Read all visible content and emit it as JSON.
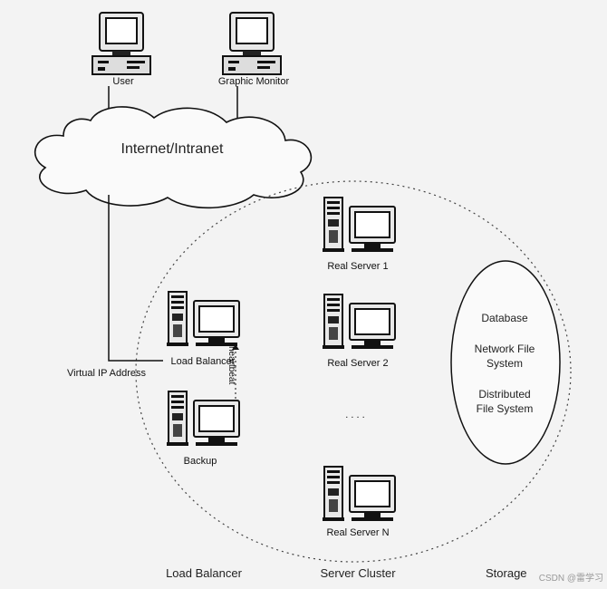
{
  "nodes": {
    "user": "User",
    "graphic_monitor": "Graphic Monitor",
    "internet": "Internet/Intranet",
    "virtual_ip": "Virtual IP Address",
    "load_balancer": "Load Balancer",
    "backup": "Backup",
    "heartbeat": "heartbeat",
    "real_server_1": "Real Server 1",
    "real_server_2": "Real Server 2",
    "ellipsis": ". . . .",
    "real_server_n": "Real Server N"
  },
  "storage": {
    "database": "Database",
    "nfs_line1": "Network File",
    "nfs_line2": "System",
    "dfs_line1": "Distributed",
    "dfs_line2": "File System"
  },
  "bottom_labels": {
    "load_balancer": "Load Balancer",
    "server_cluster": "Server Cluster",
    "storage": "Storage"
  },
  "watermark": "CSDN @雷学习"
}
